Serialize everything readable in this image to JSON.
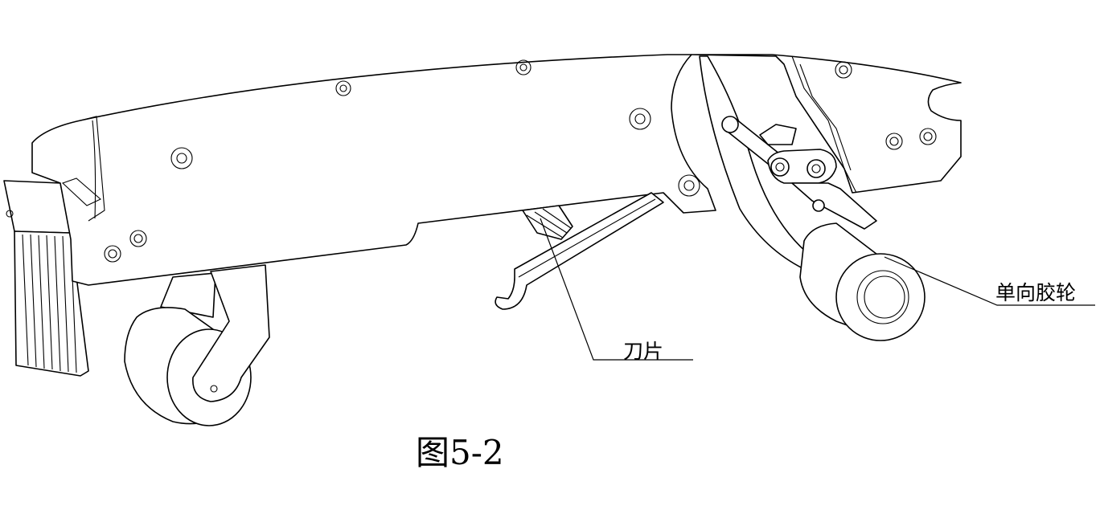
{
  "figure": {
    "caption": "图5-2",
    "callouts": {
      "blade": "刀片",
      "one_way_roller": "单向胶轮"
    }
  },
  "colors": {
    "line": "#000000",
    "background": "#ffffff"
  }
}
